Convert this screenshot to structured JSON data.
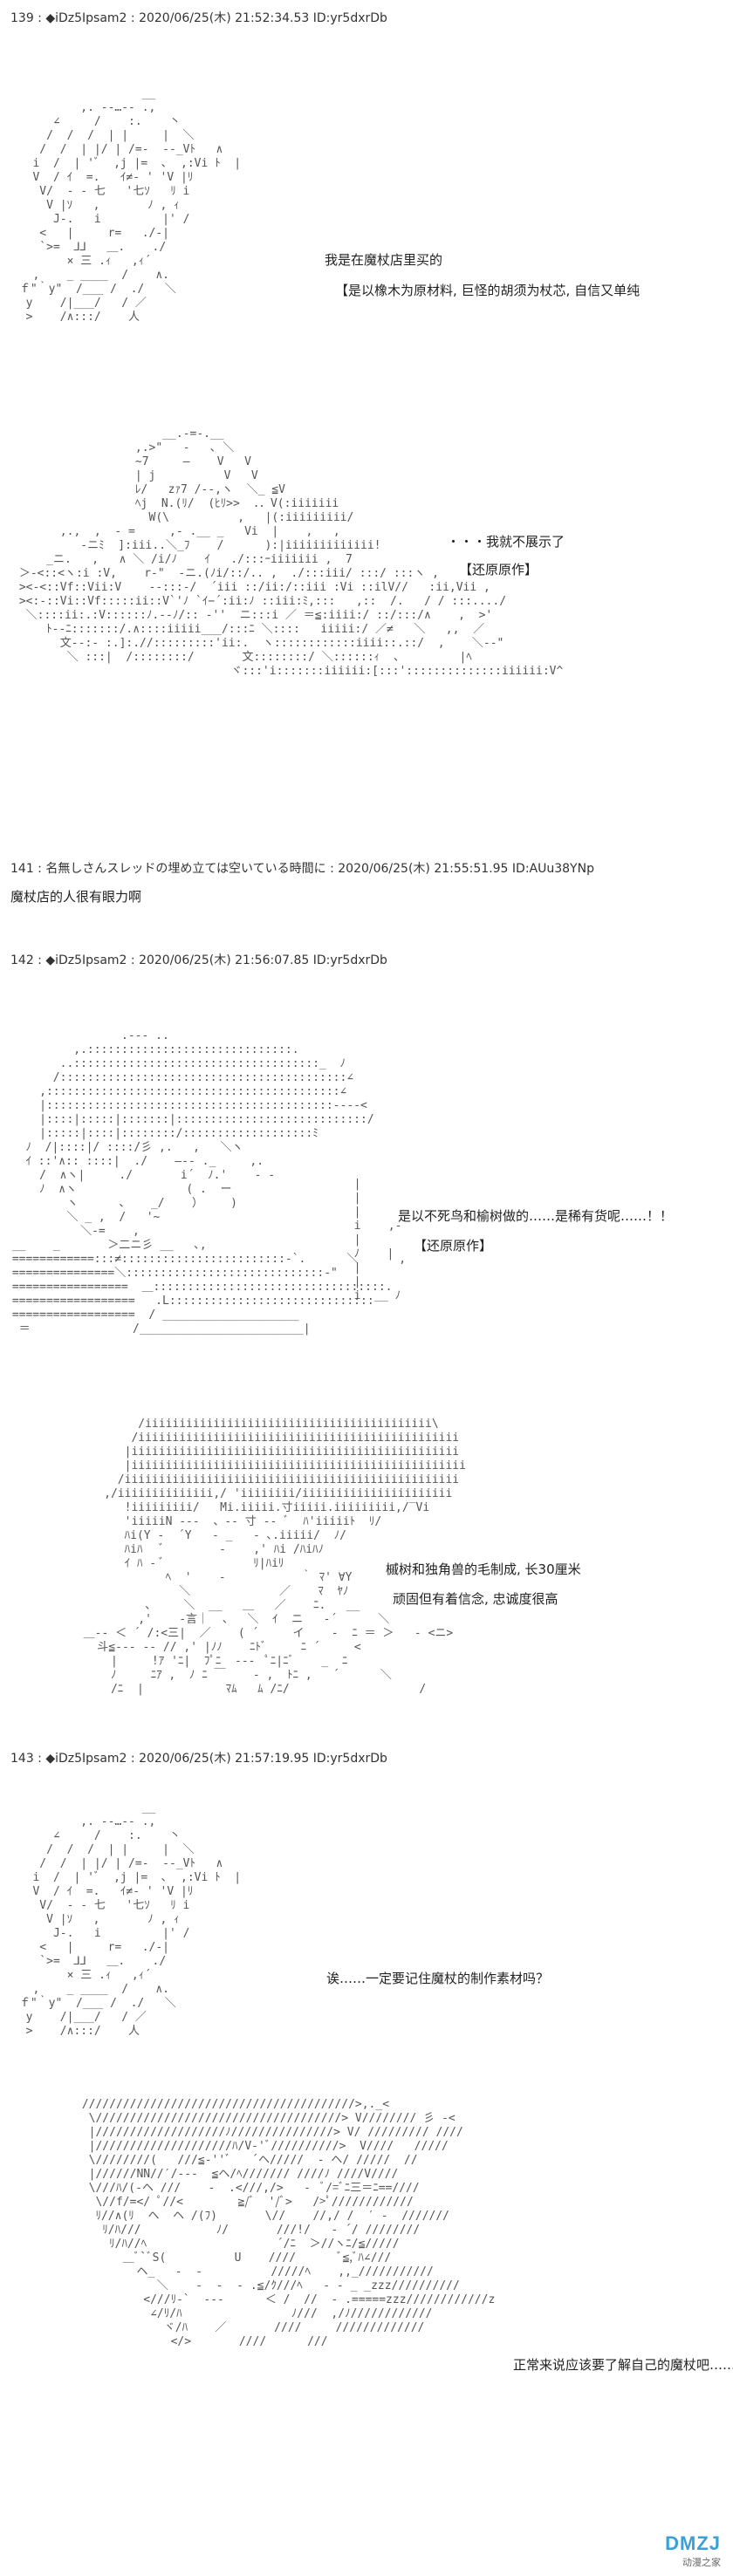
{
  "posts": [
    {
      "header": "139 : ◆iDz5Ipsam2 : 2020/06/25(木) 21:52:34.53 ID:yr5dxrDb",
      "captions": [
        "我是在魔杖店里买的",
        "【是以橡木为原材料, 巨怪的胡须为杖芯, 自信又单纯",
        "・・・我就不展示了",
        "【还原原作】"
      ]
    },
    {
      "header": "141 : 名無しさんスレッドの埋め立ては空いている時間に : 2020/06/25(木) 21:55:51.95 ID:AUu38YNp",
      "text": "魔杖店的人很有眼力啊"
    },
    {
      "header": "142 : ◆iDz5Ipsam2 : 2020/06/25(木) 21:56:07.85 ID:yr5dxrDb",
      "captions": [
        "是以不死鸟和榆树做的……是稀有货呢……！！",
        "【还原原作】",
        "槭树和独角兽的毛制成, 长30厘米",
        "顽固但有着信念, 忠诚度很高"
      ]
    },
    {
      "header": "143 : ◆iDz5Ipsam2 : 2020/06/25(木) 21:57:19.95 ID:yr5dxrDb",
      "captions": [
        "诶……一定要记住魔杖的制作素材吗？",
        "正常来说应该要了解自己的魔杖吧……"
      ]
    }
  ],
  "watermark": {
    "brand": "DMZJ",
    "sub": "动漫之家"
  },
  "icons": {
    "watermark": "dmzj-logo-icon"
  }
}
